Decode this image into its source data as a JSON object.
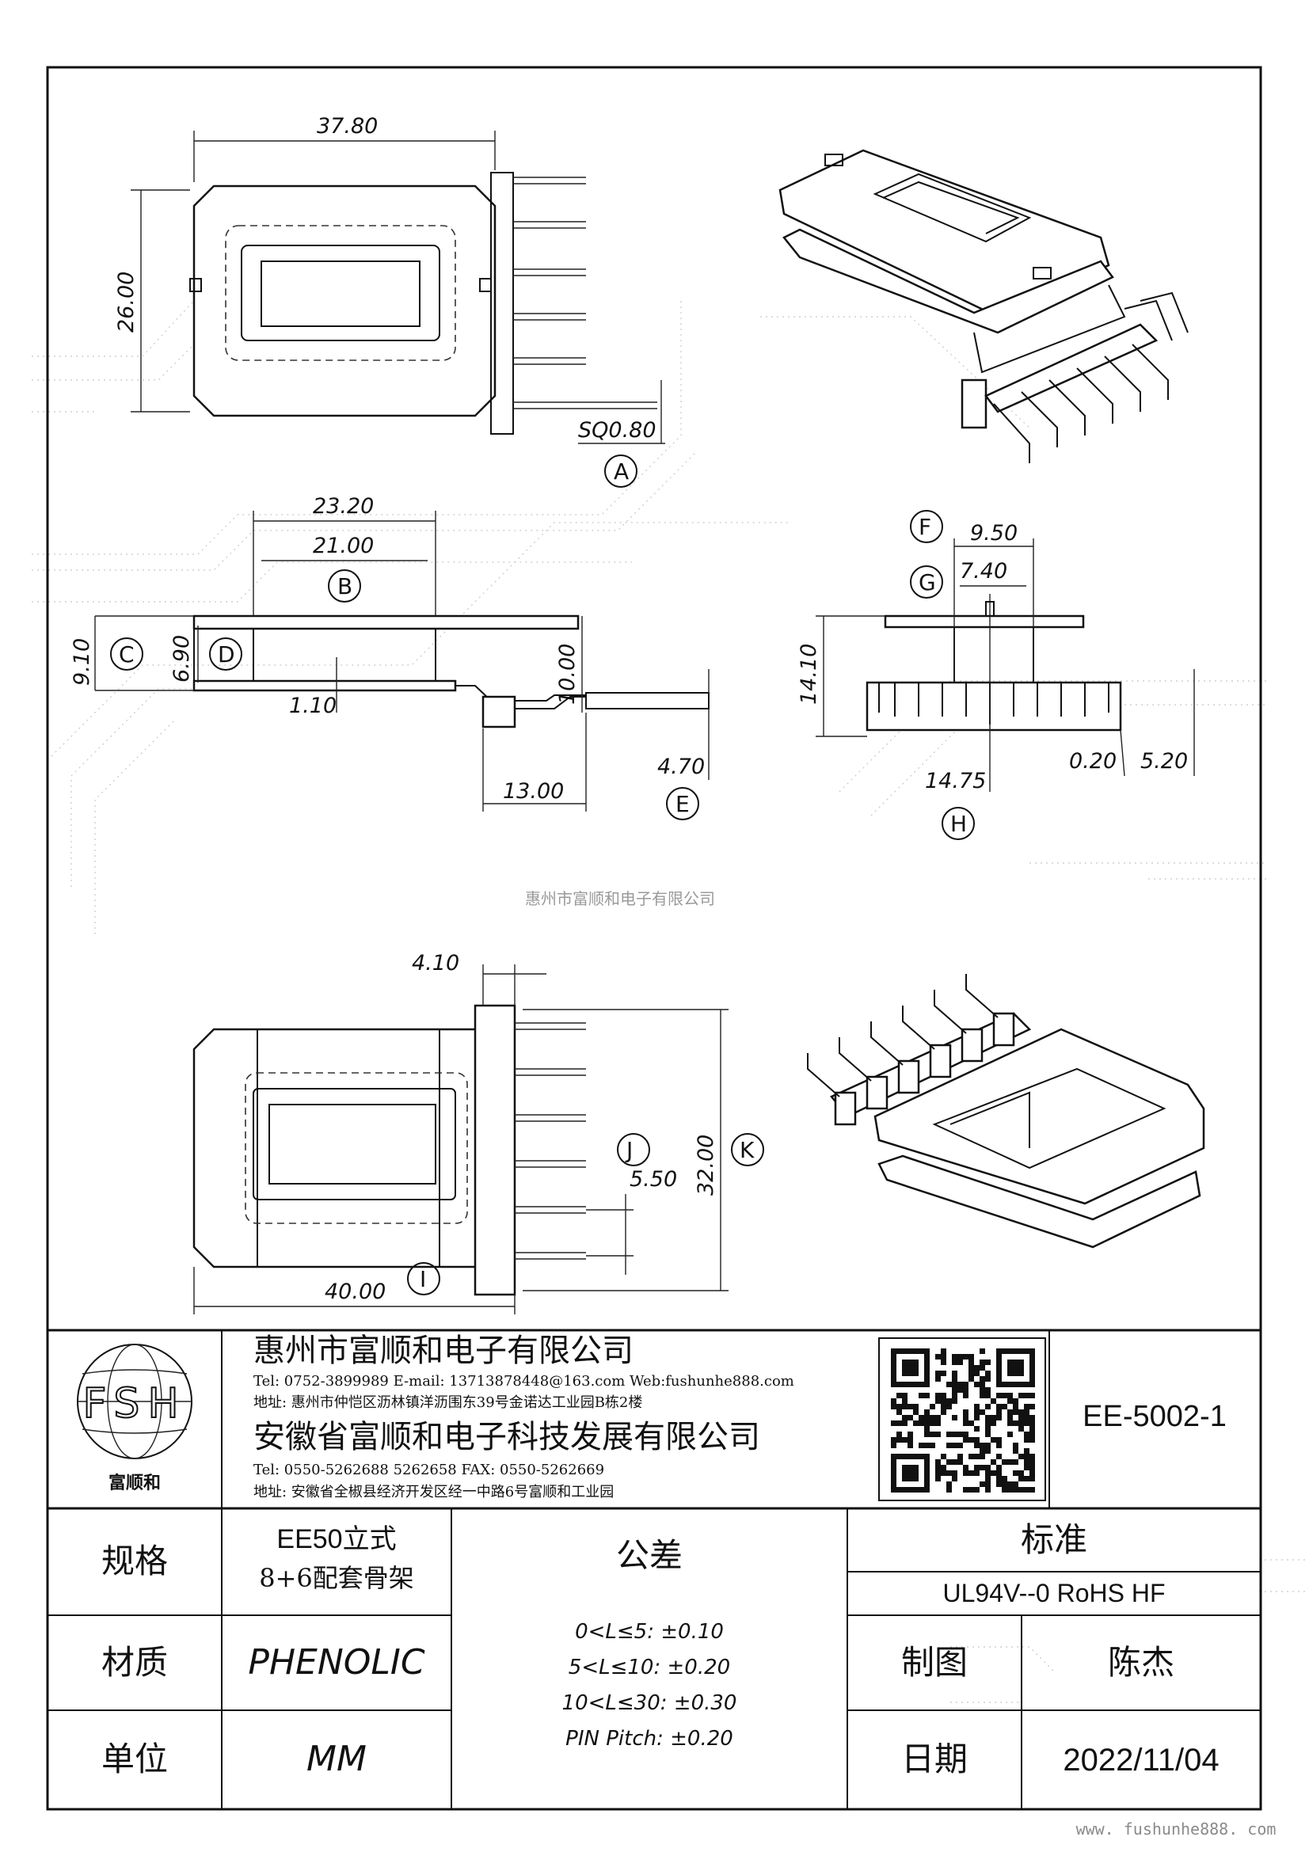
{
  "drawing": {
    "top_view": {
      "dims": {
        "width": "37.80",
        "height": "26.00",
        "pin": "SQ0.80"
      },
      "callout": "A"
    },
    "side_view": {
      "dims": {
        "w1": "23.20",
        "w2": "21.00",
        "h1": "9.10",
        "h2": "6.90",
        "t": "1.10",
        "h3": "10.00",
        "pin_len": "4.70",
        "base": "13.00"
      },
      "callouts": [
        "B",
        "C",
        "D",
        "E"
      ]
    },
    "front_view": {
      "dims": {
        "w1": "9.50",
        "w2": "7.40",
        "h": "14.10",
        "t": "0.20",
        "h2": "5.20",
        "x": "14.75"
      },
      "callouts": [
        "F",
        "G",
        "H"
      ]
    },
    "bottom_view": {
      "dims": {
        "flange": "4.10",
        "height": "32.00",
        "pitch": "5.50",
        "width": "40.00"
      },
      "callouts": [
        "J",
        "K",
        "I"
      ]
    },
    "watermark": "惠州市富顺和电子有限公司"
  },
  "title_block": {
    "logo": {
      "letters": "FSH",
      "caption": "富顺和"
    },
    "company1": {
      "name": "惠州市富顺和电子有限公司",
      "contact": "Tel:  0752-3899989  E-mail: 13713878448@163.com  Web:fushunhe888.com",
      "address": "地址: 惠州市仲恺区沥林镇洋沥围东39号金诺达工业园B栋2楼"
    },
    "company2": {
      "name": "安徽省富顺和电子科技发展有限公司",
      "contact": "Tel:   0550-5262688  5262658        FAX: 0550-5262669",
      "address": "地址: 安徽省全椒县经济开发区经一中路6号富顺和工业园"
    },
    "part_number": "EE-5002-1",
    "spec_label": "规格",
    "spec_value_1": "EE50立式",
    "spec_value_2": "8+6配套骨架",
    "material_label": "材质",
    "material_value": "PHENOLIC",
    "unit_label": "单位",
    "unit_value": "MM",
    "tolerance_label": "公差",
    "tolerances": [
      "0<L≤5: ±0.10",
      "5<L≤10: ±0.20",
      "10<L≤30: ±0.30",
      "PIN Pitch: ±0.20"
    ],
    "standard_label": "标准",
    "standard_value": "UL94V--0  RoHS HF",
    "drawn_label": "制图",
    "drawn_by": "陈杰",
    "date_label": "日期",
    "date_value": "2022/11/04"
  },
  "footer_url": "www. fushunhe888. com"
}
